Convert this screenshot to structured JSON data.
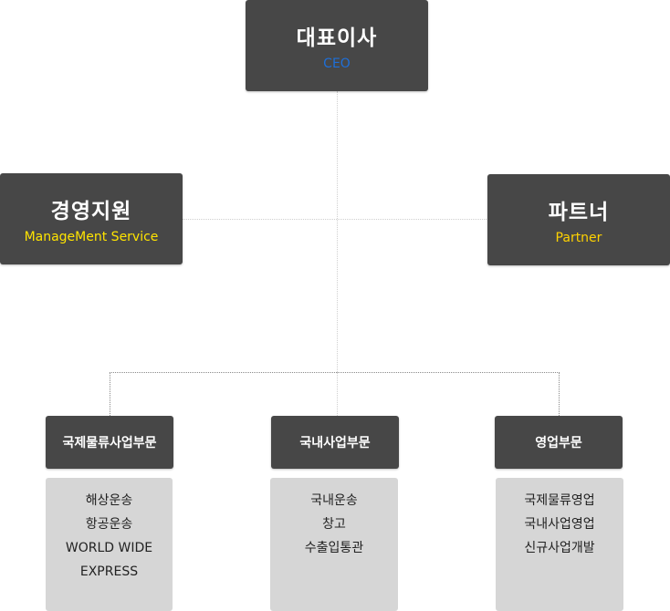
{
  "colors": {
    "box_bg": "#474747",
    "panel_bg": "#d6d6d6",
    "ceo_sub": "#1e6fd9",
    "mgmt_sub": "#ffe400",
    "partner_sub": "#ffd200"
  },
  "ceo": {
    "title": "대표이사",
    "subtitle": "CEO"
  },
  "management": {
    "title": "경영지원",
    "subtitle": "ManageMent Service"
  },
  "partner": {
    "title": "파트너",
    "subtitle": "Partner"
  },
  "divisions": [
    {
      "title": "국제물류사업부문",
      "items": [
        "해상운송",
        "항공운송",
        "WORLD WIDE",
        "EXPRESS"
      ]
    },
    {
      "title": "국내사업부문",
      "items": [
        "국내운송",
        "창고",
        "수출입통관"
      ]
    },
    {
      "title": "영업부문",
      "items": [
        "국제물류영업",
        "국내사업영업",
        "신규사업개발"
      ]
    }
  ]
}
